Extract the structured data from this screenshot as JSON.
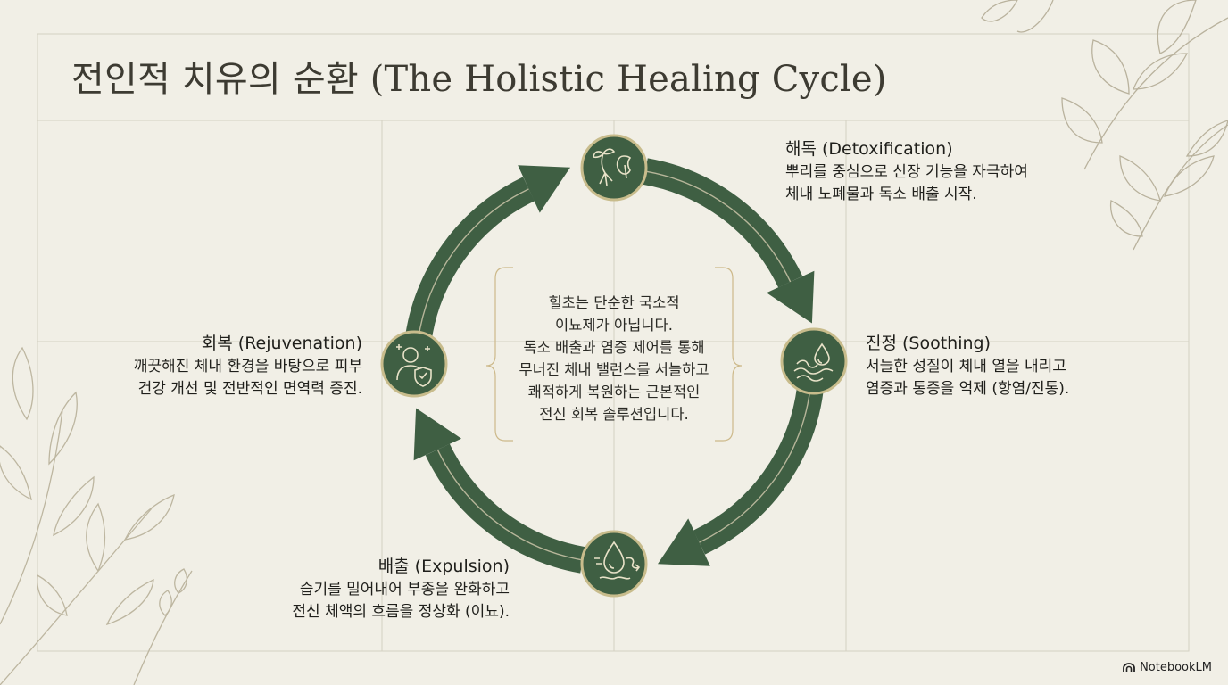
{
  "title": "전인적 치유의 순환 (The Holistic Healing Cycle)",
  "center_text": [
    "힐초는 단순한 국소적",
    "이뇨제가 아닙니다.",
    "독소 배출과 염증 제어를 통해",
    "무너진 체내 밸런스를 서늘하고",
    "쾌적하게 복원하는 근본적인",
    "전신 회복 솔루션입니다."
  ],
  "stages": {
    "detox": {
      "title": "해독 (Detoxification)",
      "line1": "뿌리를 중심으로 신장 기능을 자극하여",
      "line2": "체내 노폐물과 독소 배출 시작.",
      "icon": "root-kidney-icon"
    },
    "soothing": {
      "title": "진정 (Soothing)",
      "line1": "서늘한 성질이 체내 열을 내리고",
      "line2": "염증과 통증을 억제 (항염/진통).",
      "icon": "water-wave-icon"
    },
    "expulsion": {
      "title": "배출 (Expulsion)",
      "line1": "습기를 밀어내어 부종을 완화하고",
      "line2": "전신 체액의 흐름을 정상화 (이뇨).",
      "icon": "droplet-flow-icon"
    },
    "rejuvenation": {
      "title": "회복 (Rejuvenation)",
      "line1": "깨끗해진 체내 환경을 바탕으로 피부",
      "line2": "건강 개선 및 전반적인 면역력 증진.",
      "icon": "person-shield-icon"
    }
  },
  "branding": {
    "label": "NotebookLM"
  },
  "colors": {
    "ring": "#3f5f43",
    "ring_inner": "#b7b69a",
    "node_border": "#c8bc8c",
    "background": "#f1efe6"
  }
}
